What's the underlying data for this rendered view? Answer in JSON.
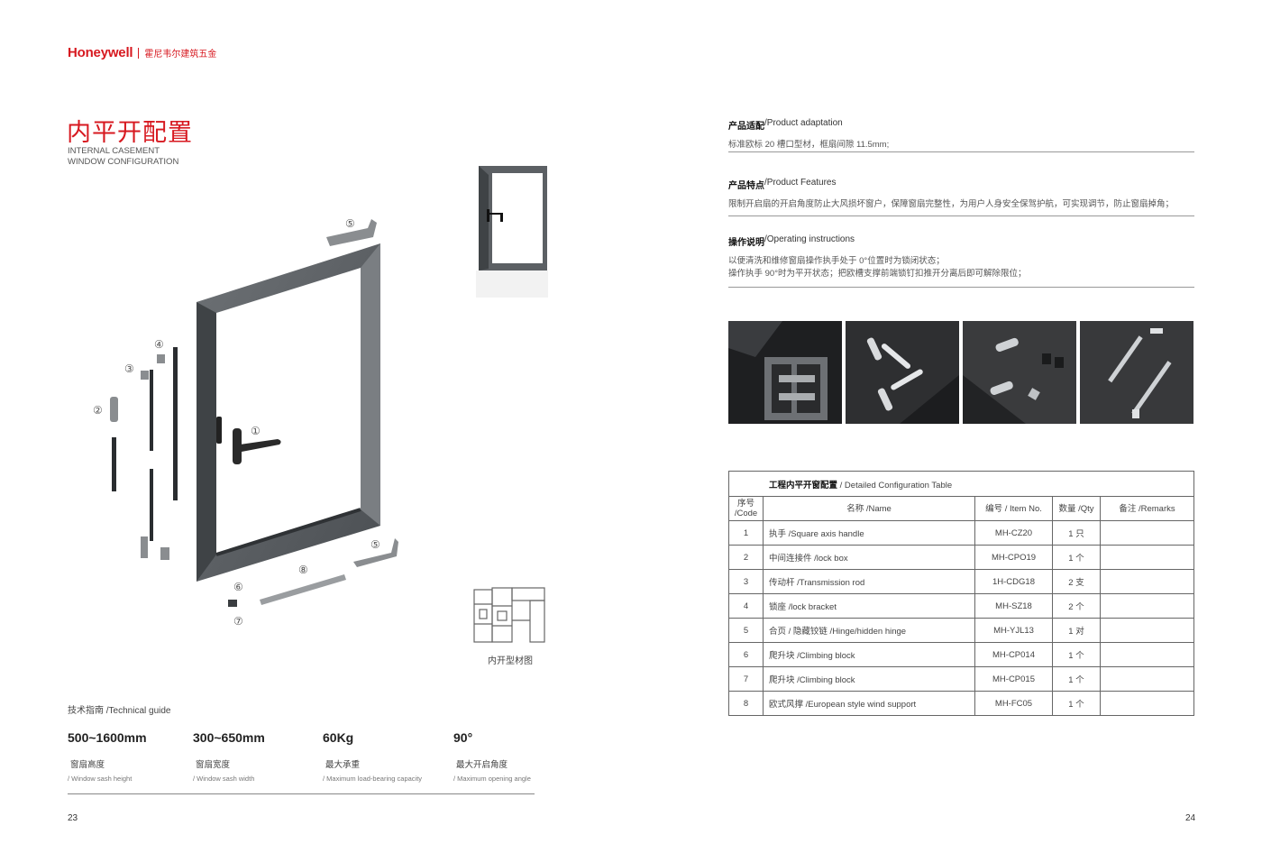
{
  "brand": {
    "logo": "Honeywell",
    "subtitle": "霍尼韦尔建筑五金"
  },
  "left_page": {
    "title": "内平开配置",
    "subtitle_en_line1": "INTERNAL CASEMENT",
    "subtitle_en_line2": "WINDOW CONFIGURATION",
    "callouts": [
      "①",
      "②",
      "③",
      "④",
      "⑤",
      "⑤",
      "⑥",
      "⑦",
      "⑧"
    ],
    "profile_caption": "内开型材图",
    "tech_guide_label": "技术指南 /Technical guide",
    "specs": [
      {
        "value": "500~1600mm",
        "label": "窗扇高度",
        "label_en": "/ Window sash height"
      },
      {
        "value": "300~650mm",
        "label": "窗扇宽度",
        "label_en": "/ Window sash width"
      },
      {
        "value": "60Kg",
        "label": "最大承重",
        "label_en": "/ Maximum load-bearing capacity"
      },
      {
        "value": "90°",
        "label": "最大开启角度",
        "label_en": "/ Maximum opening angle"
      }
    ],
    "page_number": "23"
  },
  "right_page": {
    "adaptation": {
      "title_cn": "产品适配",
      "title_en": "/Product adaptation",
      "text": "标准欧标 20 槽口型材，框扇间隙 11.5mm;"
    },
    "features": {
      "title_cn": "产品特点",
      "title_en": "/Product Features",
      "text": "限制开启扇的开启角度防止大风损坏窗户，保障窗扇完整性，为用户人身安全保驾护航，可实现调节，防止窗扇掉角；"
    },
    "instructions": {
      "title_cn": "操作说明",
      "title_en": "/Operating instructions",
      "line1": "以便清洗和维修窗扇操作执手处于 0°位置时为锁闭状态；",
      "line2": "操作执手 90°时为平开状态；把欧槽支撑前端锁钉扣推开分离后即可解除限位；"
    },
    "table": {
      "caption_cn": "工程内平开窗配置",
      "caption_en": " / Detailed Configuration Table",
      "headers": [
        "序号\n/Code",
        "名称 /Name",
        "编号 / Item No.",
        "数量 /Qty",
        "备注 /Remarks"
      ],
      "rows": [
        {
          "code": "1",
          "name": "执手 /Square axis handle",
          "item": "MH-CZ20",
          "qty": "1 只",
          "remarks": ""
        },
        {
          "code": "2",
          "name": "中间连接件 /lock box",
          "item": "MH-CPO19",
          "qty": "1 个",
          "remarks": ""
        },
        {
          "code": "3",
          "name": "传动杆 /Transmission rod",
          "item": "1H-CDG18",
          "qty": "2 支",
          "remarks": ""
        },
        {
          "code": "4",
          "name": "锁座 /lock bracket",
          "item": "MH-SZ18",
          "qty": "2 个",
          "remarks": ""
        },
        {
          "code": "5",
          "name": "合页 / 隐藏铰链 /Hinge/hidden hinge",
          "item": "MH-YJL13",
          "qty": "1 对",
          "remarks": ""
        },
        {
          "code": "6",
          "name": "爬升块 /Climbing block",
          "item": "MH-CP014",
          "qty": "1 个",
          "remarks": ""
        },
        {
          "code": "7",
          "name": "爬升块 /Climbing block",
          "item": "MH-CP015",
          "qty": "1 个",
          "remarks": ""
        },
        {
          "code": "8",
          "name": "欧式风撑 /European style wind support",
          "item": "MH-FC05",
          "qty": "1 个",
          "remarks": ""
        }
      ]
    },
    "page_number": "24"
  },
  "colors": {
    "brand_red": "#d71920",
    "frame_gray": "#5c6064",
    "rule_gray": "#999999"
  },
  "icons": [
    "window-exploded-illustration",
    "window-thumbnail",
    "profile-cross-section",
    "product-photo-profile",
    "product-photo-handles",
    "product-photo-hardware",
    "product-photo-rods"
  ]
}
